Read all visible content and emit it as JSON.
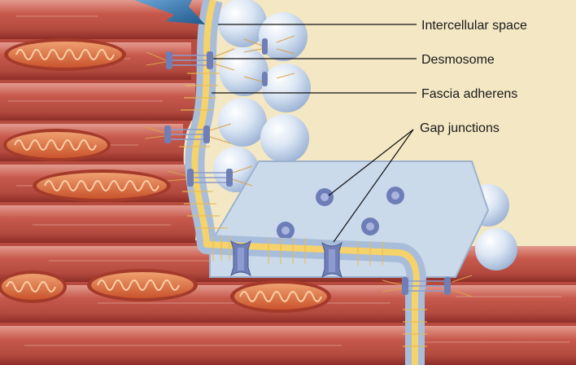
{
  "labels": {
    "intercellular_space": "Intercellular space",
    "desmosome": "Desmosome",
    "fascia_adherens": "Fascia adherens",
    "gap_junctions": "Gap junctions"
  },
  "colors": {
    "background": "#f2e6c2",
    "muscle": "#c4574b",
    "muscle_light": "#de8f83",
    "muscle_dark": "#8e2e28",
    "mitochondria": "#d8673a",
    "mitochondria_rim": "#a43a2a",
    "membrane": "#bcd0e8",
    "membrane_core": "#f7d36b",
    "junction": "#6f7fb6",
    "arrow": "#2f6ea6",
    "leader": "#111111"
  },
  "icons": [
    "arrow-icon",
    "desmosome-icon",
    "gap-junction-icon",
    "connexon-icon"
  ]
}
